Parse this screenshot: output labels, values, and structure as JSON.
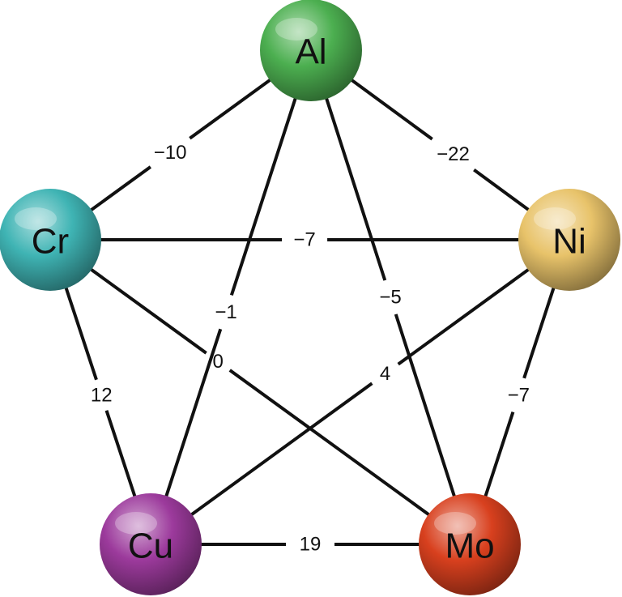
{
  "nodes": [
    {
      "id": "al",
      "label": "Al",
      "color": "#4caf50"
    },
    {
      "id": "ni",
      "label": "Ni",
      "color": "#e8c36a"
    },
    {
      "id": "mo",
      "label": "Mo",
      "color": "#d8401e"
    },
    {
      "id": "cu",
      "label": "Cu",
      "color": "#9c3a9c"
    },
    {
      "id": "cr",
      "label": "Cr",
      "color": "#3fb4b4"
    }
  ],
  "edges": [
    {
      "id": "al-cr",
      "from": "al",
      "to": "cr",
      "label": "−10"
    },
    {
      "id": "al-ni",
      "from": "al",
      "to": "ni",
      "label": "−22"
    },
    {
      "id": "cr-ni",
      "from": "cr",
      "to": "ni",
      "label": "−7"
    },
    {
      "id": "al-cu",
      "from": "al",
      "to": "cu",
      "label": "−1"
    },
    {
      "id": "al-mo",
      "from": "al",
      "to": "mo",
      "label": "−5"
    },
    {
      "id": "cr-cu",
      "from": "cr",
      "to": "cu",
      "label": "12"
    },
    {
      "id": "cr-mo",
      "from": "cr",
      "to": "mo",
      "label": "0"
    },
    {
      "id": "ni-cu",
      "from": "ni",
      "to": "cu",
      "label": "4"
    },
    {
      "id": "ni-mo",
      "from": "ni",
      "to": "mo",
      "label": "−7"
    },
    {
      "id": "cu-mo",
      "from": "cu",
      "to": "mo",
      "label": "19"
    }
  ]
}
